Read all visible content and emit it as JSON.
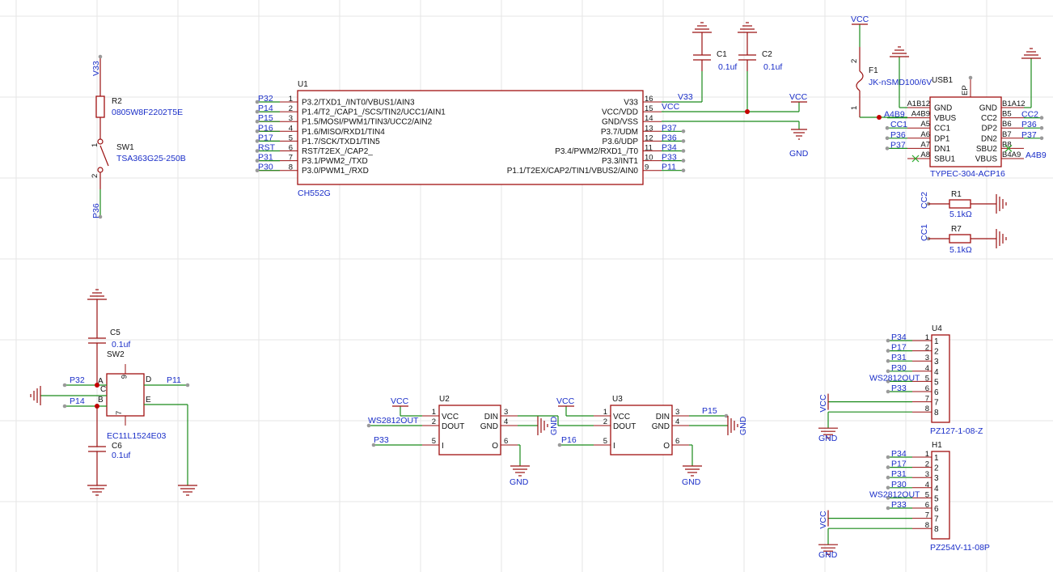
{
  "u1": {
    "ref": "U1",
    "value": "CH552G",
    "left_pins": [
      {
        "num": "1",
        "name": "P3.2/TXD1_/INT0/VBUS1/AIN3",
        "net": "P32"
      },
      {
        "num": "2",
        "name": "P1.4/T2_/CAP1_/SCS/TIN2/UCC1/AIN1",
        "net": "P14"
      },
      {
        "num": "3",
        "name": "P1.5/MOSI/PWM1/TIN3/UCC2/AIN2",
        "net": "P15"
      },
      {
        "num": "4",
        "name": "P1.6/MISO/RXD1/TIN4",
        "net": "P16"
      },
      {
        "num": "5",
        "name": "P1.7/SCK/TXD1/TIN5",
        "net": "P17"
      },
      {
        "num": "6",
        "name": "RST/T2EX_/CAP2_",
        "net": "RST"
      },
      {
        "num": "7",
        "name": "P3.1/PWM2_/TXD",
        "net": "P31"
      },
      {
        "num": "8",
        "name": "P3.0/PWM1_/RXD",
        "net": "P30"
      }
    ],
    "right_pins": [
      {
        "num": "16",
        "name": "V33",
        "net": "V33"
      },
      {
        "num": "15",
        "name": "VCC/VDD",
        "net": "VCC"
      },
      {
        "num": "14",
        "name": "GND/VSS",
        "net": ""
      },
      {
        "num": "13",
        "name": "P3.7/UDM",
        "net": "P37"
      },
      {
        "num": "12",
        "name": "P3.6/UDP",
        "net": "P36"
      },
      {
        "num": "11",
        "name": "P3.4/PWM2/RXD1_/T0",
        "net": "P34"
      },
      {
        "num": "10",
        "name": "P3.3/INT1",
        "net": "P33"
      },
      {
        "num": "9",
        "name": "P1.1/T2EX/CAP2/TIN1/VBUS2/AIN0",
        "net": "P11"
      }
    ]
  },
  "caps_top": [
    {
      "ref": "C1",
      "value": "0.1uf"
    },
    {
      "ref": "C2",
      "value": "0.1uf"
    }
  ],
  "vcc_net": "VCC",
  "gnd_net": "GND",
  "r2": {
    "ref": "R2",
    "value": "0805W8F2202T5E",
    "net_top": "V33"
  },
  "sw1": {
    "ref": "SW1",
    "value": "TSA363G25-250B",
    "pin1": "1",
    "pin2": "2",
    "net_bottom": "P36"
  },
  "f1": {
    "ref": "F1",
    "value": "JK-nSMD100/6V",
    "pin1": "1",
    "pin2": "2"
  },
  "usb1": {
    "ref": "USB1",
    "value": "TYPEC-304-ACP16",
    "ep": "EP",
    "left_pins": [
      {
        "num": "A1B12",
        "name": "GND",
        "net": ""
      },
      {
        "num": "A4B9",
        "name": "VBUS",
        "net": "A4B9"
      },
      {
        "num": "A5",
        "name": "CC1",
        "net": "CC1"
      },
      {
        "num": "A6",
        "name": "DP1",
        "net": "P36"
      },
      {
        "num": "A7",
        "name": "DN1",
        "net": "P37"
      },
      {
        "num": "A8",
        "name": "SBU1",
        "net": ""
      }
    ],
    "right_pins": [
      {
        "num": "B1A12",
        "name": "GND",
        "net": ""
      },
      {
        "num": "B5",
        "name": "CC2",
        "net": "CC2"
      },
      {
        "num": "B6",
        "name": "DP2",
        "net": "P36"
      },
      {
        "num": "B7",
        "name": "DN2",
        "net": "P37"
      },
      {
        "num": "B8",
        "name": "SBU2",
        "net": ""
      },
      {
        "num": "B4A9",
        "name": "VBUS",
        "net": "A4B9"
      }
    ]
  },
  "r1": {
    "ref": "R1",
    "value": "5.1kΩ",
    "net": "CC2"
  },
  "r7": {
    "ref": "R7",
    "value": "5.1kΩ",
    "net": "CC1"
  },
  "c5": {
    "ref": "C5",
    "value": "0.1uf"
  },
  "c6": {
    "ref": "C6",
    "value": "0.1uf"
  },
  "sw2": {
    "ref": "SW2",
    "value": "EC11L1524E03",
    "net_a": "P32",
    "net_b": "P14",
    "net_d": "P11",
    "pins": {
      "a": "A",
      "b": "B",
      "c": "C",
      "d": "D",
      "e": "E",
      "six": "6",
      "seven": "7"
    }
  },
  "u2": {
    "ref": "U2",
    "net_vcc": "VCC",
    "net_dout": "WS2812OUT",
    "net_i": "P33",
    "net_gnd": "GND"
  },
  "u3": {
    "ref": "U3",
    "net_vcc": "VCC",
    "net_din": "P15",
    "net_i": "P16",
    "net_gnd": "GND"
  },
  "ws_pins": {
    "left": [
      {
        "num": "1",
        "name": "VCC"
      },
      {
        "num": "2",
        "name": "DOUT"
      },
      {
        "num": "5",
        "name": "I"
      }
    ],
    "right": [
      {
        "num": "3",
        "name": "DIN"
      },
      {
        "num": "4",
        "name": "GND"
      },
      {
        "num": "6",
        "name": "O"
      }
    ]
  },
  "u4": {
    "ref": "U4",
    "value": "PZ127-1-08-Z"
  },
  "h1": {
    "ref": "H1",
    "value": "PZ254V-11-08P"
  },
  "header_pins": [
    "1",
    "2",
    "3",
    "4",
    "5",
    "6",
    "7",
    "8"
  ],
  "header_nets": [
    "P34",
    "P17",
    "P31",
    "P30",
    "WS2812OUT",
    "P33"
  ],
  "header_vcc": "VCC",
  "header_gnd": "GND"
}
